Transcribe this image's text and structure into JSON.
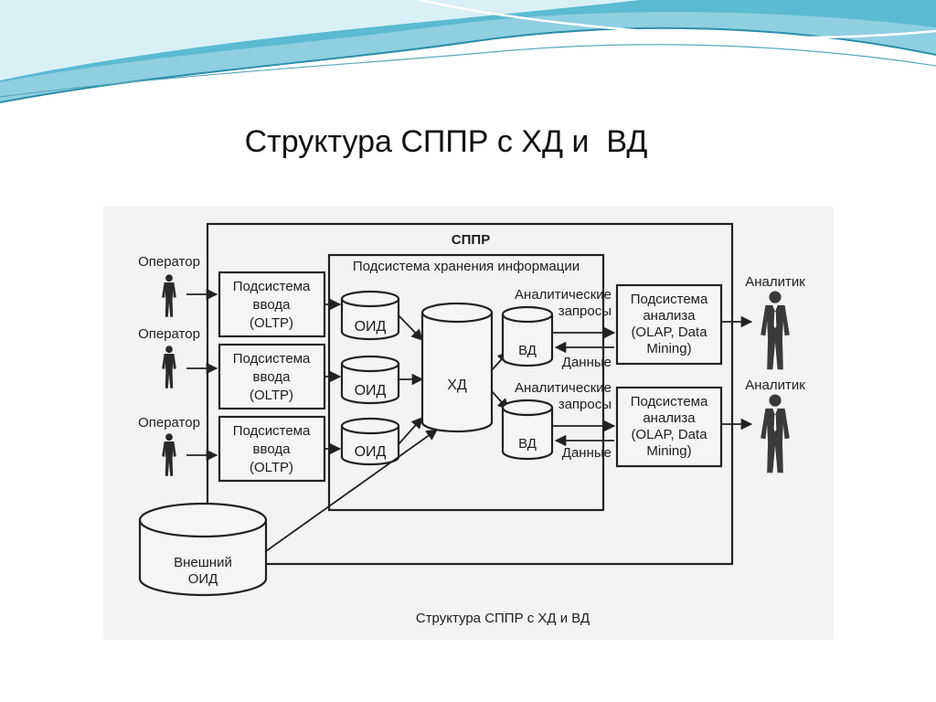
{
  "slide": {
    "title": "Структура СППР с ХД и  ВД"
  },
  "diagram": {
    "system_label": "СППР",
    "storage_label": "Подсистема хранения информации",
    "operators": [
      "Оператор",
      "Оператор",
      "Оператор"
    ],
    "input_subsystems": [
      [
        "Подсистема",
        "ввода",
        "(OLTP)"
      ],
      [
        "Подсистема",
        "ввода",
        "(OLTP)"
      ],
      [
        "Подсистема",
        "ввода",
        "(OLTP)"
      ]
    ],
    "oid": [
      "ОИД",
      "ОИД",
      "ОИД"
    ],
    "warehouse": "ХД",
    "external_oid": [
      "Внешний",
      "ОИД"
    ],
    "marts": [
      "ВД",
      "ВД"
    ],
    "queries": [
      [
        "Аналитические",
        "запросы"
      ],
      [
        "Аналитические",
        "запросы"
      ]
    ],
    "data_labels": [
      "Данные",
      "Данные"
    ],
    "analysis_subsystems": [
      [
        "Подсистема",
        "анализа",
        "(OLAP, Data",
        "Mining)"
      ],
      [
        "Подсистема",
        "анализа",
        "(OLAP, Data",
        "Mining)"
      ]
    ],
    "analysts": [
      "Аналитик",
      "Аналитик"
    ],
    "caption": "Структура СППР с ХД и ВД"
  }
}
